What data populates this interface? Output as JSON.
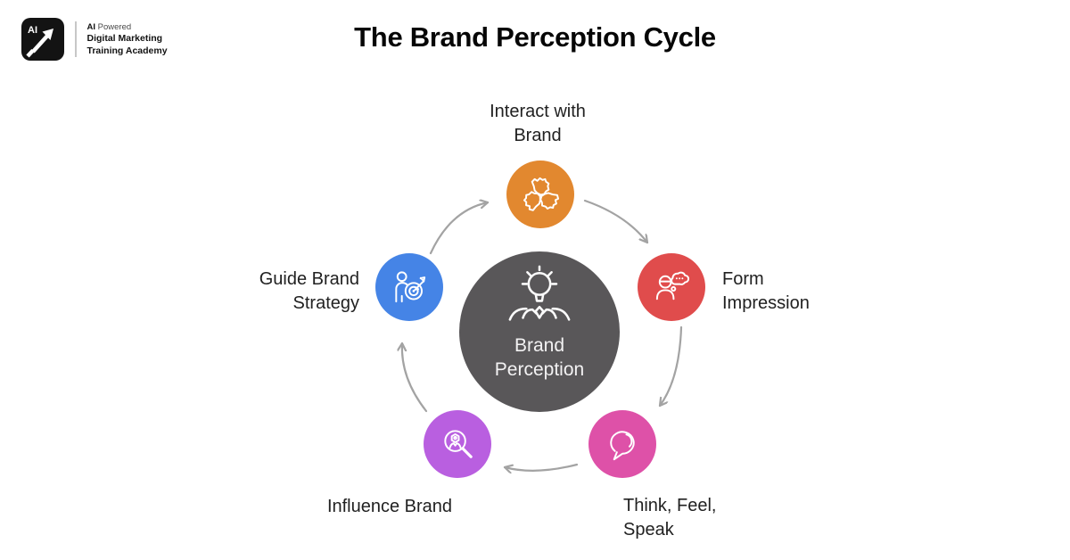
{
  "logo": {
    "badge": "AI",
    "tagline_bold": "AI",
    "tagline_rest": " Powered",
    "line2": "Digital Marketing",
    "line3": "Training Academy"
  },
  "header": {
    "title": "The Brand Perception Cycle"
  },
  "diagram": {
    "center": {
      "line1": "Brand",
      "line2": "Perception",
      "color": "#595759",
      "icon": "idea-person-icon"
    },
    "nodes": [
      {
        "id": "interact-with-brand",
        "line1": "Interact with",
        "line2": "Brand",
        "color": "#E2882F",
        "icon": "hands-together-icon"
      },
      {
        "id": "form-impression",
        "line1": "Form",
        "line2": "Impression",
        "color": "#E04C4C",
        "icon": "person-thought-icon"
      },
      {
        "id": "think-feel-speak",
        "line1": "Think, Feel,",
        "line2": "Speak",
        "color": "#DE51A8",
        "icon": "speech-bubble-icon"
      },
      {
        "id": "influence-brand",
        "line1": "Influence Brand",
        "line2": "",
        "color": "#B95FE0",
        "icon": "person-magnifier-icon"
      },
      {
        "id": "guide-brand-strategy",
        "line1": "Guide Brand",
        "line2": "Strategy",
        "color": "#4584E6",
        "icon": "person-target-icon"
      }
    ],
    "arrow_color": "#A3A3A3"
  }
}
